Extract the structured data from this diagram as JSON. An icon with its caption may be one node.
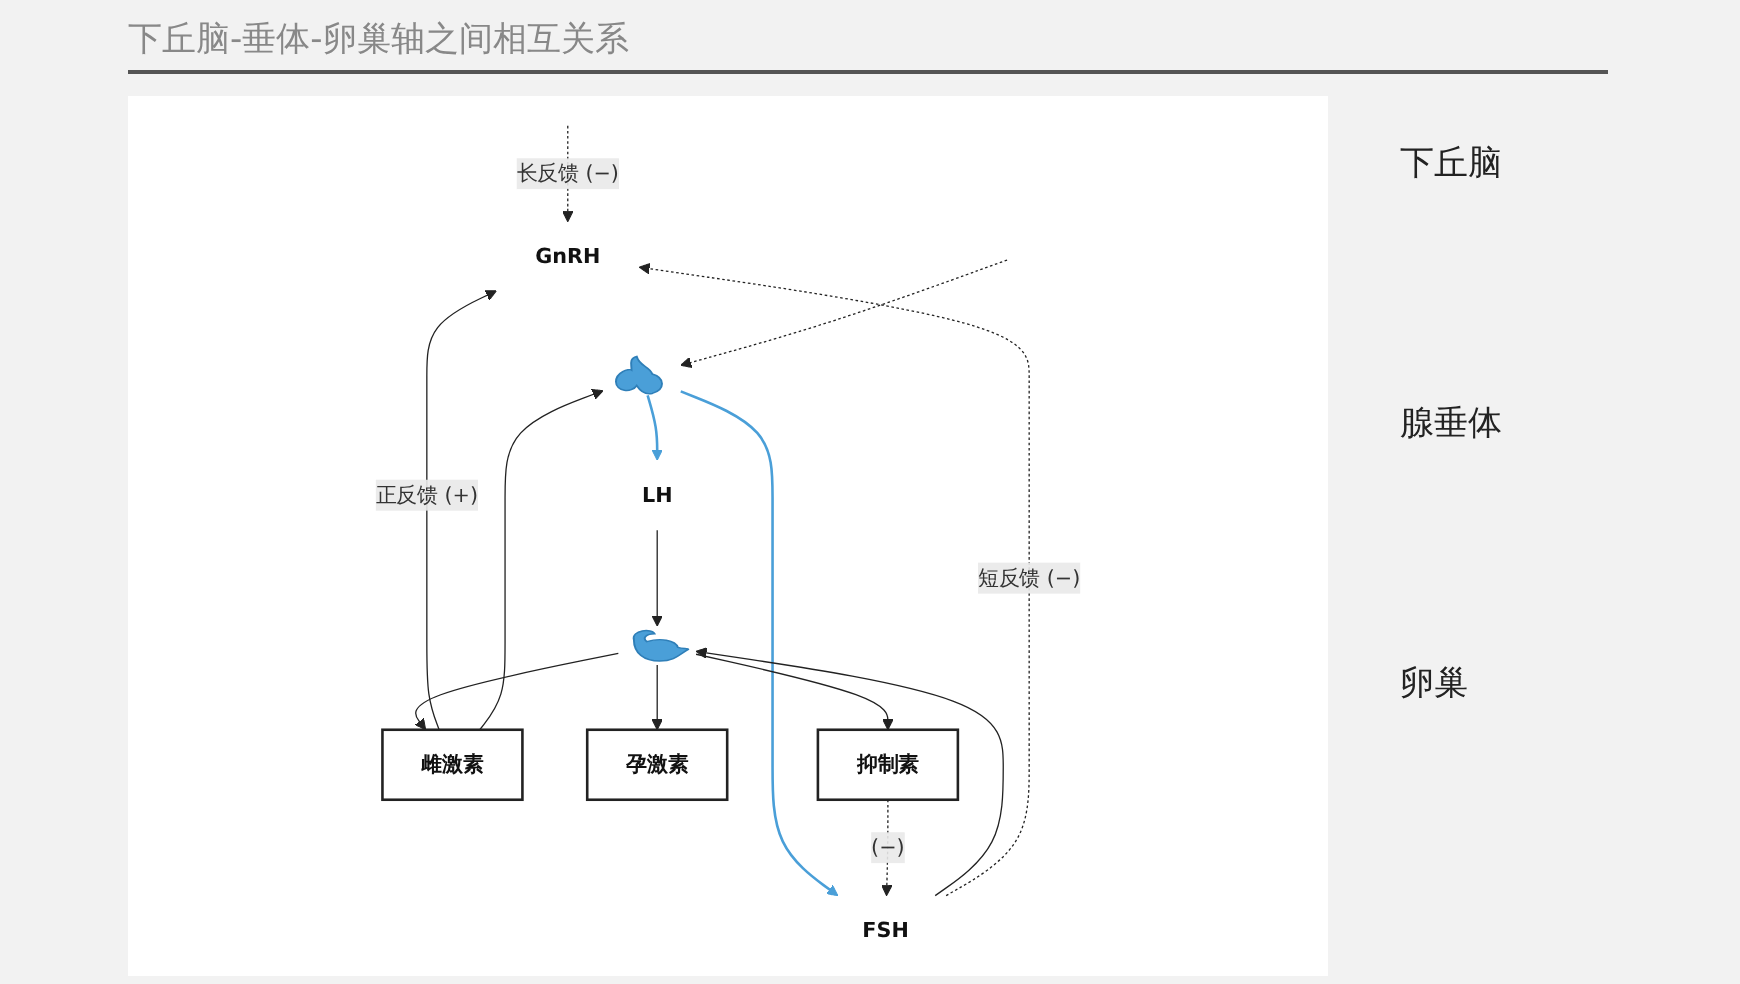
{
  "diagram": {
    "title": "下丘脑-垂体-卵巢轴之间相互关系",
    "nodes": [
      {
        "text": [
          "GnRH"
        ]
      },
      {
        "text": [],
        "shape": "picture"
      },
      {
        "text": [
          "LH"
        ]
      },
      {
        "text": [
          "FSH"
        ]
      },
      {
        "text": [],
        "shape": "picture"
      },
      {
        "text": [
          "雌激素"
        ]
      },
      {
        "text": [
          "孕激素"
        ]
      },
      {
        "text": [
          "抑制素"
        ]
      }
    ],
    "edges": [
      {
        "from": 1,
        "to": 2,
        "arrow": "to",
        "color": "#4a9fd8"
      },
      {
        "from": 1,
        "to": 3,
        "arrow": "to",
        "color": "#4a9fd8"
      },
      {
        "from": 2,
        "to": 4,
        "arrow": "to"
      },
      {
        "from": 3,
        "to": 4,
        "arrow": "to"
      },
      {
        "from": 4,
        "to": 5,
        "arrow": "to"
      },
      {
        "from": 4,
        "to": 6,
        "arrow": "to"
      },
      {
        "from": 4,
        "to": 7,
        "arrow": "to"
      },
      {
        "from": 5,
        "to": 0,
        "arrow": "to",
        "label": "正反馈 (+)"
      },
      {
        "from": 5,
        "to": 1,
        "arrow": "to"
      },
      {
        "from": 3,
        "to": 0,
        "arrow": "to",
        "style": "dashed",
        "label": "短反馈 (−)"
      },
      {
        "from": null,
        "to": 0,
        "arrow": "to",
        "style": "dashed",
        "label": "长反馈 (−)"
      },
      {
        "from": null,
        "to": 1,
        "arrow": "to",
        "style": "dashed"
      },
      {
        "from": 7,
        "to": 3,
        "arrow": "to",
        "style": "dashed",
        "label": "(−)"
      }
    ],
    "labels": [
      "下丘脑",
      "腺垂体",
      "卵巢"
    ]
  }
}
